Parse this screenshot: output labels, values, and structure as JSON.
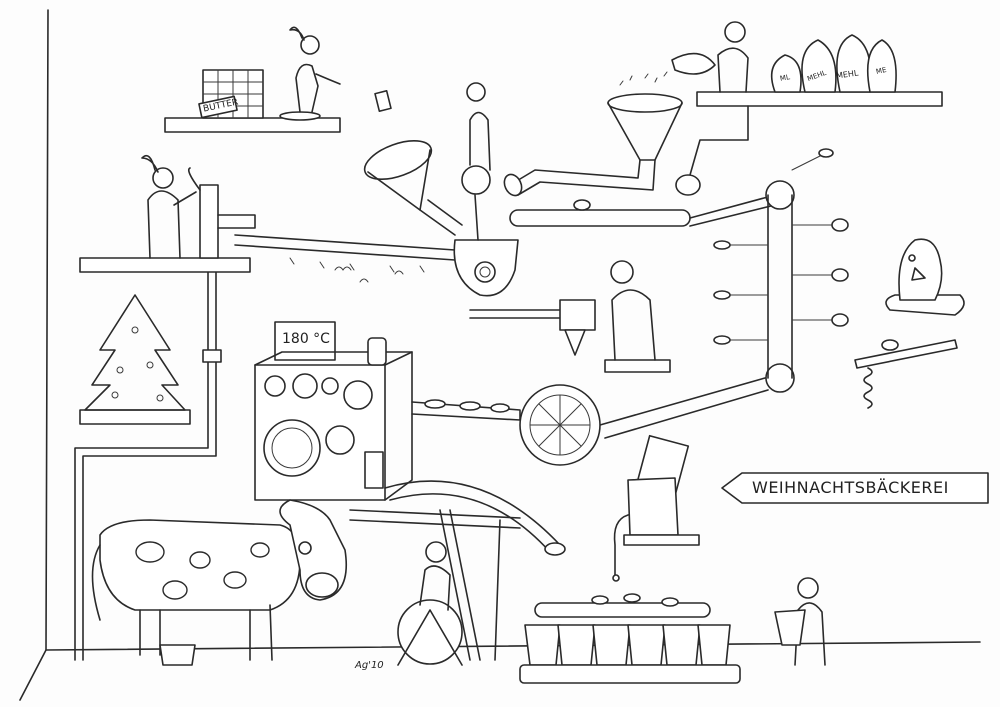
{
  "labels": {
    "butter": "BUTTER",
    "temperature": "180 °C",
    "sign": "WEIHNACHTSBÄCKEREI",
    "sack_mehl": "MEHL",
    "sack_1": "MEHL",
    "sack_2": "ME",
    "sack_3": "ML",
    "signature": "Ag'10"
  }
}
